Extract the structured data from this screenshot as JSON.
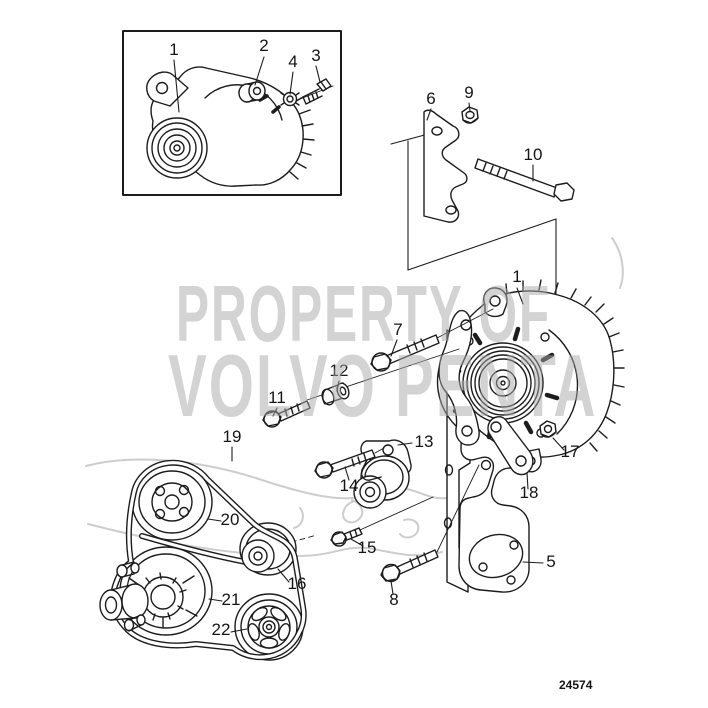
{
  "watermark": {
    "line1": "PROPERTY OF",
    "line2": "VOLVO PENTA"
  },
  "figure_id": "24574",
  "callouts": {
    "inset_alternator": "1",
    "inset_washer": "2",
    "inset_bolt": "3",
    "inset_lock_washer": "4",
    "rear_bracket": "5",
    "top_bracket": "6",
    "upper_bolt": "7",
    "lower_long_bolt": "8",
    "top_nut": "9",
    "long_bolt": "10",
    "front_bolt": "11",
    "spacer_sleeve": "12",
    "tensioner": "13",
    "tensioner_bolt": "14",
    "small_bolt": "15",
    "idler_pulley": "16",
    "link_nut": "17",
    "link_bracket": "18",
    "drive_belt": "19",
    "water_pump_pulley": "20",
    "crankshaft_pulley": "21",
    "grooved_pulley": "22",
    "alternator": "1"
  }
}
